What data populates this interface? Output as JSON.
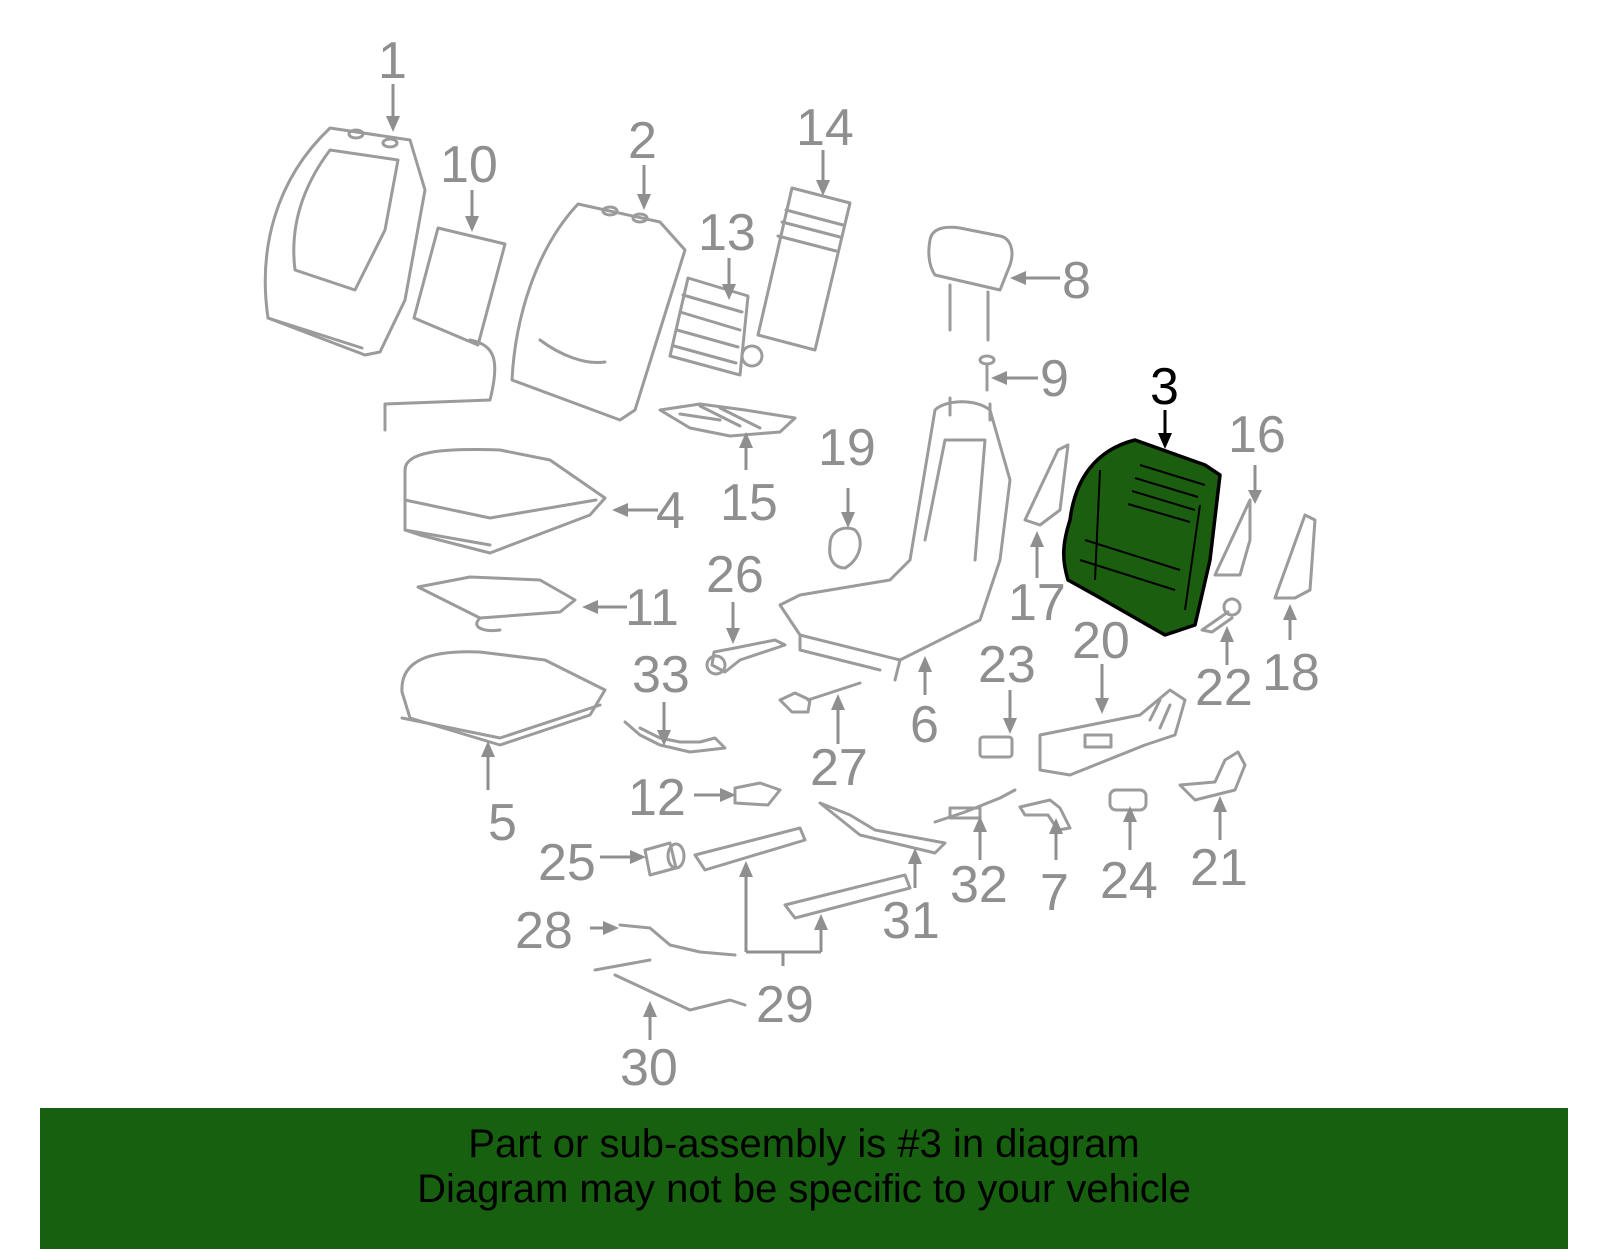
{
  "diagram": {
    "highlighted_part": "3",
    "highlight_color": "#1b5e0f",
    "part_color": "#9b9b9b",
    "callouts": [
      "1",
      "2",
      "3",
      "4",
      "5",
      "6",
      "7",
      "8",
      "9",
      "10",
      "11",
      "12",
      "13",
      "14",
      "15",
      "16",
      "17",
      "18",
      "19",
      "20",
      "21",
      "22",
      "23",
      "24",
      "25",
      "26",
      "27",
      "28",
      "29",
      "30",
      "31",
      "32",
      "33"
    ]
  },
  "banner": {
    "line1": "Part or sub-assembly is #3 in diagram",
    "line2": "Diagram may not be specific to your vehicle",
    "background": "#17600f"
  }
}
